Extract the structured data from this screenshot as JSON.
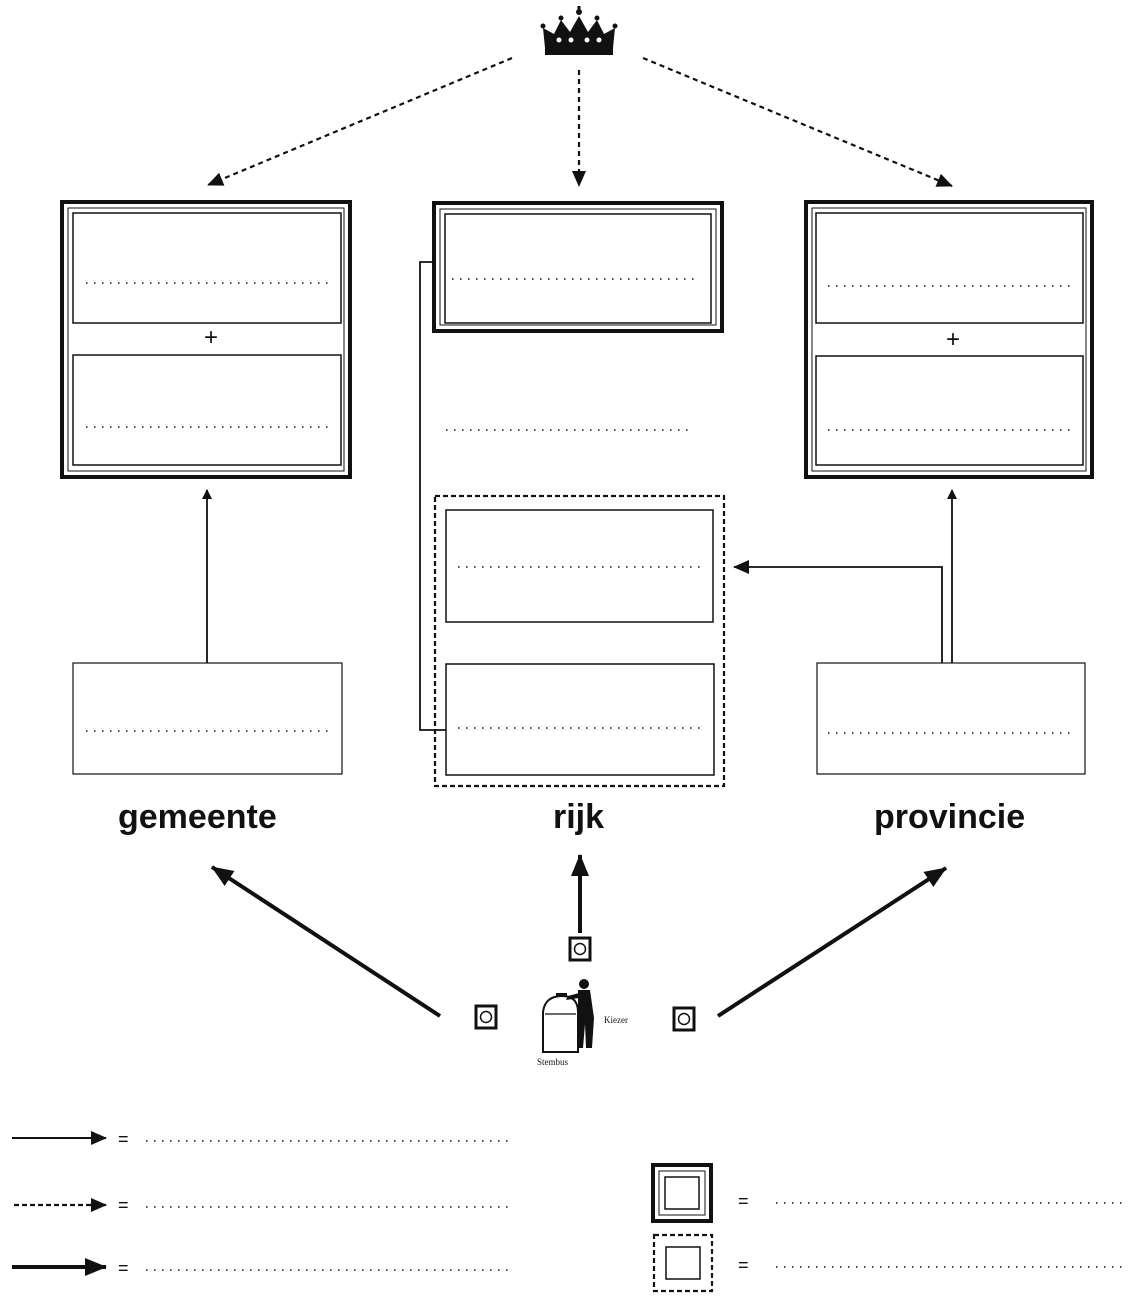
{
  "regions": {
    "gemeente": "gemeente",
    "rijk": "rijk",
    "provincie": "provincie"
  },
  "voter_labels": {
    "kiezer": "Kiezer",
    "stembus": "Stembus"
  },
  "symbols": {
    "plus": "+",
    "equals": "="
  },
  "legend": {
    "items": [
      {
        "symbol": "thin-solid-arrow",
        "text": ""
      },
      {
        "symbol": "dashed-arrow",
        "text": ""
      },
      {
        "symbol": "thick-solid-arrow",
        "text": ""
      },
      {
        "symbol": "double-frame-box",
        "text": ""
      },
      {
        "symbol": "dashed-frame-box",
        "text": ""
      }
    ]
  },
  "icons": {
    "crown": "crown-icon",
    "voter": "voter-at-ballot-box-icon",
    "ballot": "ballot-square-icon"
  }
}
